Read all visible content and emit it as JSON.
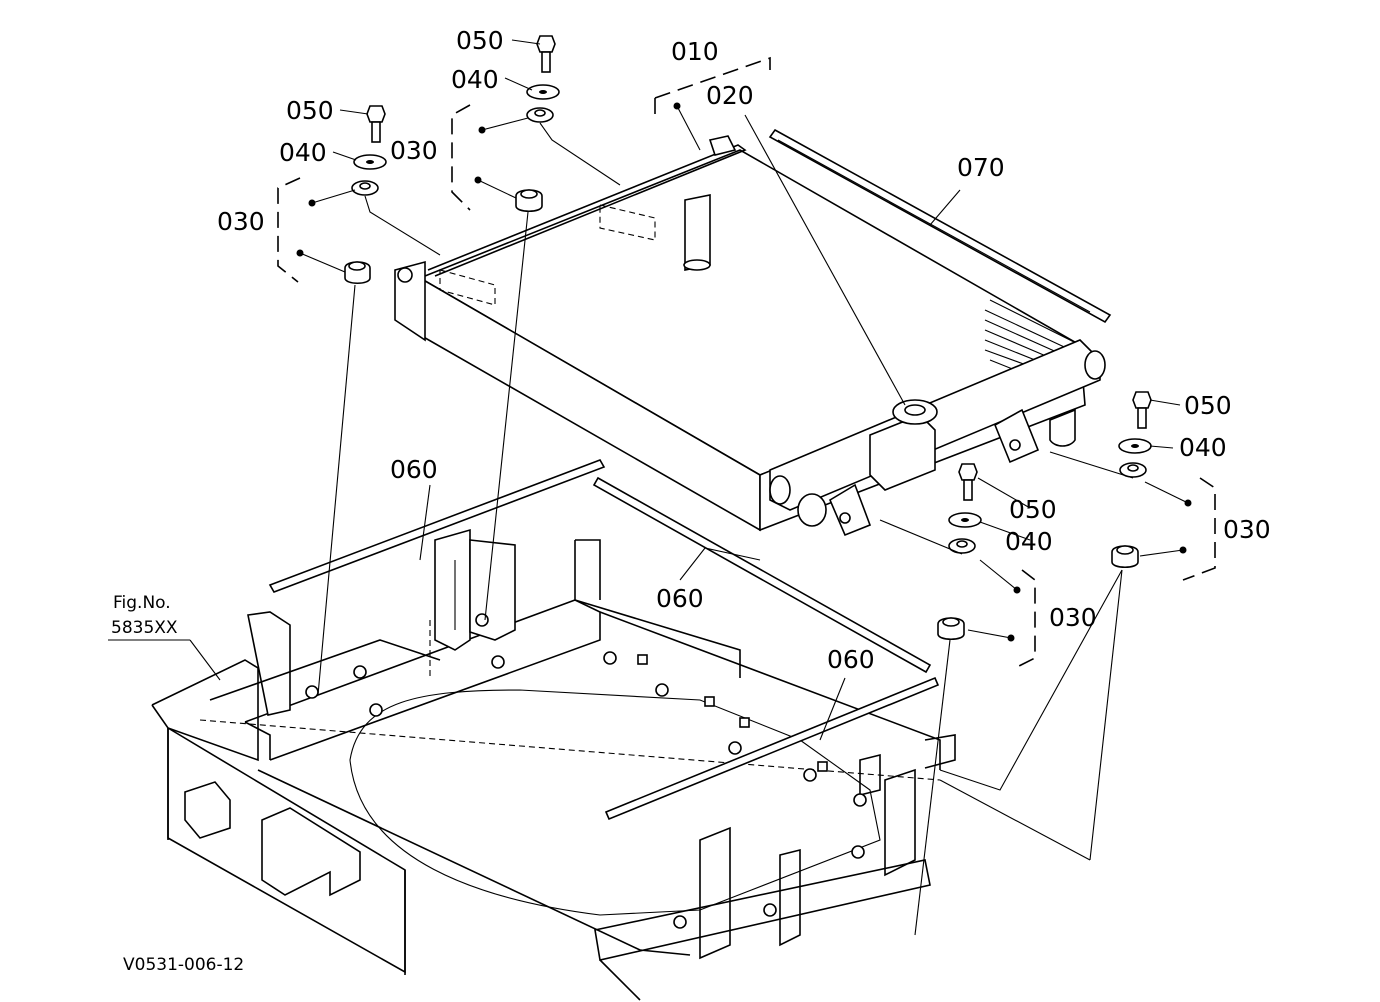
{
  "figure_ref": {
    "line1": "Fig.No.",
    "line2": "5835XX"
  },
  "drawing_code": "V0531-006-12",
  "callouts": {
    "c010": "010",
    "c020": "020",
    "c070": "070",
    "c030_a": "030",
    "c030_b": "030",
    "c030_c": "030",
    "c030_d": "030",
    "c040_a": "040",
    "c040_b": "040",
    "c040_c": "040",
    "c040_d": "040",
    "c050_a": "050",
    "c050_b": "050",
    "c050_c": "050",
    "c050_d": "050",
    "c060_a": "060",
    "c060_b": "060",
    "c060_c": "060"
  }
}
